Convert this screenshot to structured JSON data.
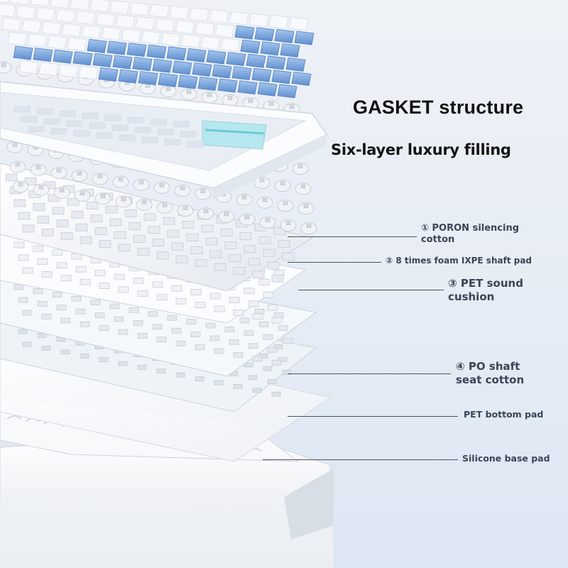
{
  "heading": {
    "title": "GASKET structure",
    "subtitle": "Six-layer luxury filling"
  },
  "layers": [
    {
      "line1": "① PORON silencing",
      "line2": "cotton"
    },
    {
      "line1": "② 8 times foam IXPE shaft pad"
    },
    {
      "line1": "③ PET sound",
      "line2": "cushion"
    },
    {
      "line1": "④ PO shaft",
      "line2": "seat cotton"
    },
    {
      "line1": "PET bottom pad"
    },
    {
      "line1": "Silicone base pad"
    }
  ],
  "colors": {
    "keycap_blue": "#6f9fd8",
    "keycap_white": "#f7f9fc",
    "frame_white": "#fafbfd",
    "accent_teal": "#7fd8e0",
    "label_text": "#3b4456"
  }
}
